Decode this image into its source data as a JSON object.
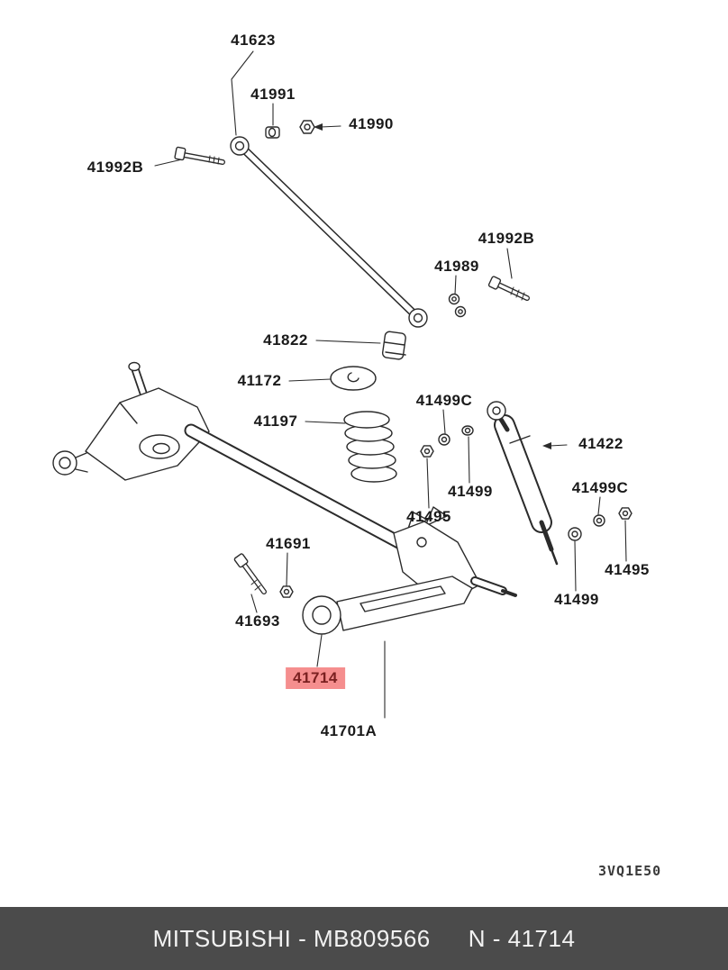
{
  "diagram": {
    "code": "3VQ1E50",
    "highlighted_part": "41714",
    "labels": [
      {
        "id": "41623",
        "text": "41623"
      },
      {
        "id": "41991",
        "text": "41991"
      },
      {
        "id": "41990",
        "text": "41990"
      },
      {
        "id": "41992B-left",
        "text": "41992B"
      },
      {
        "id": "41992B-right",
        "text": "41992B"
      },
      {
        "id": "41989",
        "text": "41989"
      },
      {
        "id": "41822",
        "text": "41822"
      },
      {
        "id": "41172",
        "text": "41172"
      },
      {
        "id": "41197",
        "text": "41197"
      },
      {
        "id": "41499C-mid",
        "text": "41499C"
      },
      {
        "id": "41422",
        "text": "41422"
      },
      {
        "id": "41499-mid",
        "text": "41499"
      },
      {
        "id": "41499C-right",
        "text": "41499C"
      },
      {
        "id": "41495-mid",
        "text": "41495"
      },
      {
        "id": "41495-right",
        "text": "41495"
      },
      {
        "id": "41499-right",
        "text": "41499"
      },
      {
        "id": "41691",
        "text": "41691"
      },
      {
        "id": "41693",
        "text": "41693"
      },
      {
        "id": "41714",
        "text": "41714"
      },
      {
        "id": "41701A",
        "text": "41701A"
      }
    ]
  },
  "footer": {
    "brand_part": "MITSUBISHI - MB809566",
    "ref": "N - 41714"
  },
  "colors": {
    "highlight_bg": "#f58e8e",
    "highlight_text": "#7a2020",
    "footer_bg": "#4b4b4b",
    "line": "#2b2b2b"
  }
}
